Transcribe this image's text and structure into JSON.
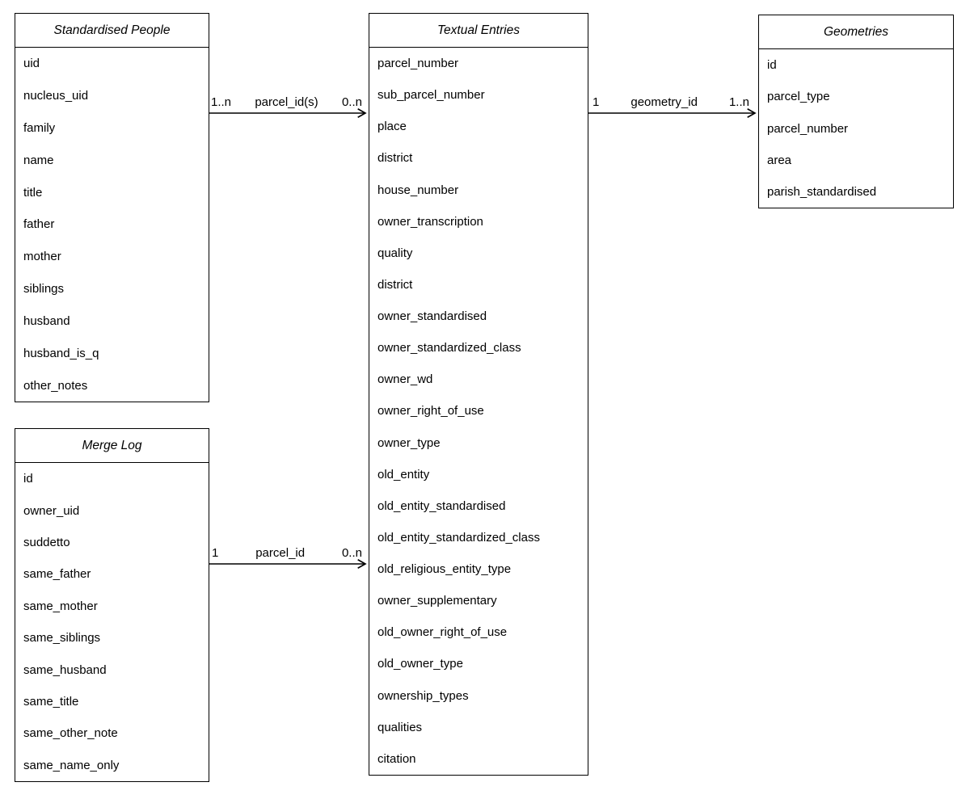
{
  "diagram": {
    "entities": {
      "standardised_people": {
        "title": "Standardised People",
        "fields": [
          "uid",
          "nucleus_uid",
          "family",
          "name",
          "title",
          "father",
          "mother",
          "siblings",
          "husband",
          "husband_is_q",
          "other_notes"
        ]
      },
      "merge_log": {
        "title": "Merge Log",
        "fields": [
          "id",
          "owner_uid",
          "suddetto",
          "same_father",
          "same_mother",
          "same_siblings",
          "same_husband",
          "same_title",
          "same_other_note",
          "same_name_only"
        ]
      },
      "textual_entries": {
        "title": "Textual Entries",
        "fields": [
          "parcel_number",
          "sub_parcel_number",
          "place",
          "district",
          "house_number",
          "owner_transcription",
          "quality",
          "district",
          "owner_standardised",
          "owner_standardized_class",
          "owner_wd",
          "owner_right_of_use",
          "owner_type",
          "old_entity",
          "old_entity_standardised",
          "old_entity_standardized_class",
          "old_religious_entity_type",
          "owner_supplementary",
          "old_owner_right_of_use",
          "old_owner_type",
          "ownership_types",
          "qualities",
          "citation"
        ]
      },
      "geometries": {
        "title": "Geometries",
        "fields": [
          "id",
          "parcel_type",
          "parcel_number",
          "area",
          "parish_standardised"
        ]
      }
    },
    "relationships": [
      {
        "from": "Standardised People",
        "to": "Textual Entries",
        "source_cardinality": "1..n",
        "label": "parcel_id(s)",
        "target_cardinality": "0..n"
      },
      {
        "from": "Textual Entries",
        "to": "Geometries",
        "source_cardinality": "1",
        "label": "geometry_id",
        "target_cardinality": "1..n"
      },
      {
        "from": "Merge Log",
        "to": "Textual Entries",
        "source_cardinality": "1",
        "label": "parcel_id",
        "target_cardinality": "0..n"
      }
    ],
    "colors": {
      "line": "#000000",
      "background": "#ffffff",
      "text": "#000000"
    }
  }
}
